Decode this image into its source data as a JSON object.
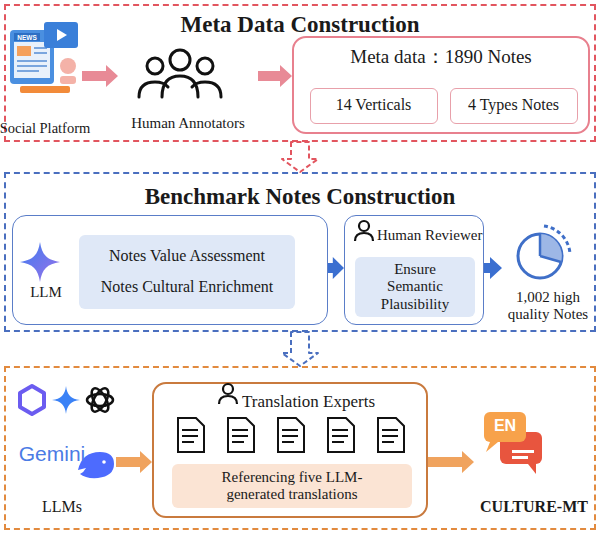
{
  "diagram": {
    "nodes": [
      {
        "text": [
          "Meta Data Construction"
        ]
      },
      {
        "text": [
          "Social Platform"
        ],
        "in": 0
      },
      {
        "text": [
          "Human Annotators"
        ],
        "in": 0
      },
      {
        "text": [
          "Meta data：1890 Notes"
        ],
        "in": 0
      },
      {
        "text": [
          "14 Verticals"
        ],
        "in": 3
      },
      {
        "text": [
          "4 Types Notes"
        ],
        "in": 3
      },
      {
        "text": [
          "Benchmark Notes Construction"
        ]
      },
      {
        "text": [
          "LLM"
        ],
        "in": 6
      },
      {
        "text": [
          "Notes Value Assessment",
          "Notes Cultural Enrichment"
        ],
        "in": 7
      },
      {
        "text": [
          "Human Reviewer"
        ],
        "in": 6
      },
      {
        "text": [
          "Ensure Semantic Plausibility"
        ],
        "in": 9
      },
      {
        "text": [
          "1,002 high quality Notes"
        ],
        "in": 6
      },
      {
        "text": []
      },
      {
        "text": [
          "LLMs"
        ],
        "in": 12
      },
      {
        "text": [
          "Translation Experts"
        ],
        "in": 12
      },
      {
        "text": [
          "Referencing five LLM-generated translations"
        ],
        "in": 14
      },
      {
        "text": [
          "CULTURE-MT"
        ],
        "in": 12
      }
    ],
    "edges": [
      {
        "from": 1,
        "to": 2,
        "arrow": "to"
      },
      {
        "from": 2,
        "to": 3,
        "arrow": "to"
      },
      {
        "from": 0,
        "to": 6,
        "arrow": "to"
      },
      {
        "from": 7,
        "to": 9,
        "arrow": "to"
      },
      {
        "from": 9,
        "to": 11,
        "arrow": "to"
      },
      {
        "from": 6,
        "to": 12,
        "arrow": "to"
      },
      {
        "from": 13,
        "to": 14,
        "arrow": "to"
      },
      {
        "from": 14,
        "to": 16,
        "arrow": "to"
      }
    ],
    "labels": [
      "NEWS",
      "Gemini",
      "EN"
    ]
  }
}
